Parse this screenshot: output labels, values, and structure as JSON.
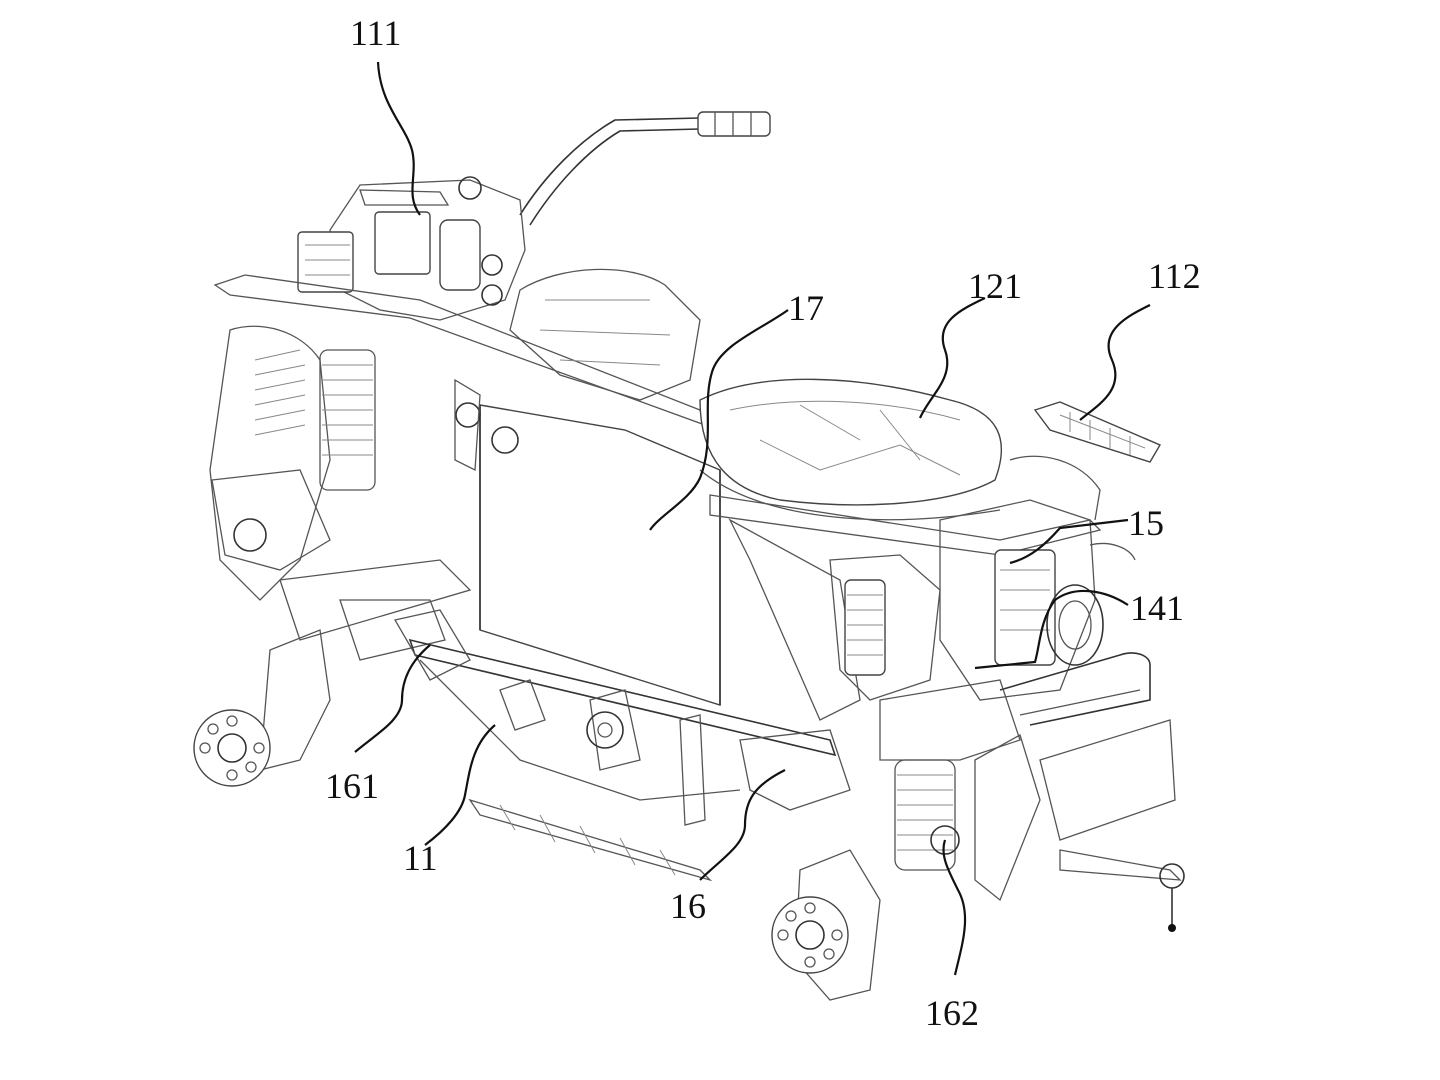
{
  "figure": {
    "labels": {
      "l111": "111",
      "l112": "112",
      "l121": "121",
      "l17": "17",
      "l15": "15",
      "l141": "141",
      "l161": "161",
      "l11": "11",
      "l16": "16",
      "l162": "162"
    }
  }
}
